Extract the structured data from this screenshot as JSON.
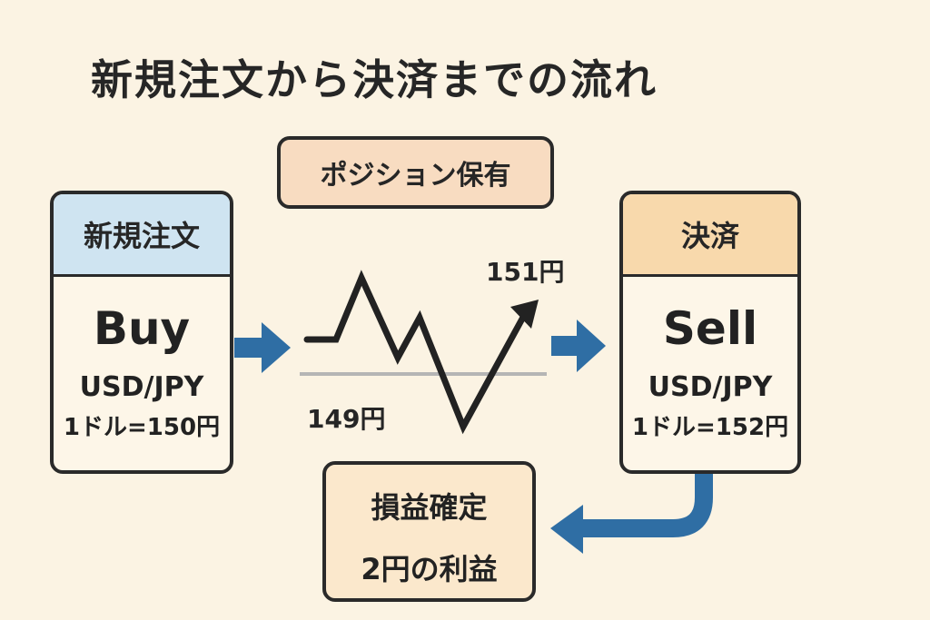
{
  "title": "新規注文から決済までの流れ",
  "position": "ポジション保有",
  "buy_card": {
    "header": "新規注文",
    "action": "Buy",
    "pair": "USD/JPY",
    "rate": "1ドル=150円",
    "header_color": "#cfe4f1"
  },
  "sell_card": {
    "header": "決済",
    "action": "Sell",
    "pair": "USD/JPY",
    "rate": "1ドル=152円",
    "header_color": "#f8d9ac"
  },
  "price_high": "151円",
  "price_low": "149円",
  "result": {
    "title": "損益確定",
    "value": "2円の利益"
  },
  "colors": {
    "arrow": "#2f6ea4",
    "background": "#fbf3e3",
    "line": "#222222",
    "baseline": "#b5b5b5"
  }
}
